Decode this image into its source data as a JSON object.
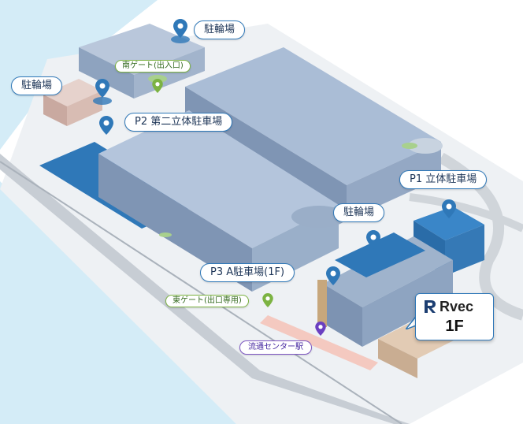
{
  "labels": {
    "parking_north": "駐輪場",
    "parking_west": "駐輪場",
    "parking_center": "駐輪場",
    "south_gate": "南ゲート(出入口)",
    "east_gate": "東ゲート(出口専用)",
    "p1": "P1 立体駐車場",
    "p2": "P2 第二立体駐車場",
    "p3": "P3 A駐車場(1F)",
    "station": "流通センター駅"
  },
  "callout": {
    "brand": "Rvec",
    "floor": "1F"
  },
  "colors": {
    "water": "#d4ecf7",
    "ground": "#eef1f4",
    "road": "#d9dde2",
    "building_roof": "#a9bdd6",
    "building_side": "#7f95b4",
    "blue_accent": "#2f78b8",
    "pin_blue": "#2f78b8",
    "pin_green": "#7cb342",
    "pin_purple": "#6a3fc1"
  },
  "icons": {
    "pin_blue": "map-pin-icon",
    "pin_green": "map-pin-green-icon",
    "pin_purple": "map-pin-purple-icon"
  }
}
